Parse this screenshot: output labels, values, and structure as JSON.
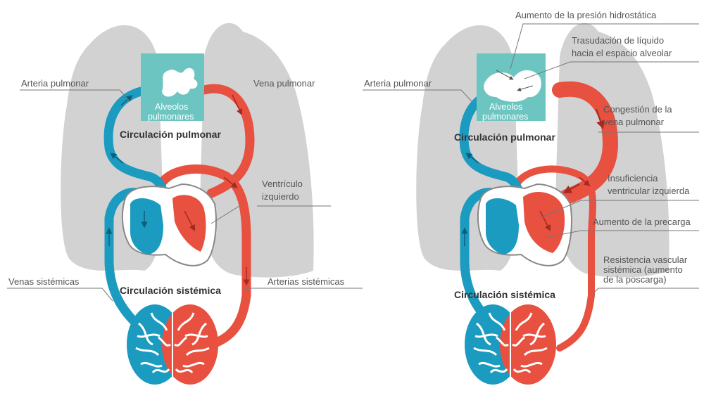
{
  "colors": {
    "artery_red": "#e8503f",
    "vein_blue": "#1b9bc0",
    "lung_gray": "#d2d2d3",
    "alveoli_teal": "#6cc5c1",
    "heart_outline": "#888888",
    "label_text": "#555555"
  },
  "left_diagram": {
    "labels": {
      "arteria_pulmonar": "Arteria pulmonar",
      "vena_pulmonar": "Vena pulmonar",
      "alveolos_line1": "Alveolos",
      "alveolos_line2": "pulmonares",
      "circ_pulmonar": "Circulación pulmonar",
      "ventriculo_line1": "Ventrículo",
      "ventriculo_line2": "izquierdo",
      "venas_sistemicas": "Venas sistémicas",
      "circ_sistemica": "Circulación sistémica",
      "arterias_sistemicas": "Arterias sistémicas"
    }
  },
  "right_diagram": {
    "labels": {
      "arteria_pulmonar": "Arteria pulmonar",
      "alveolos_line1": "Alveolos",
      "alveolos_line2": "pulmonares",
      "circ_pulmonar": "Circulación pulmonar",
      "circ_sistemica": "Circulación sistémica",
      "presion_hidrostatica": "Aumento de la presión hidrostática",
      "trasudacion_line1": "Trasudación de líquido",
      "trasudacion_line2": "hacia el espacio alveolar",
      "congestion_line1": "Congestión de la",
      "congestion_line2": "vena pulmonar",
      "insuficiencia_line1": "Insuficiencia",
      "insuficiencia_line2": "ventricular izquierda",
      "precarga": "Aumento de la precarga",
      "resistencia_line1": "Resistencia vascular",
      "resistencia_line2": "sistémica (aumento",
      "resistencia_line3": "de la poscarga)"
    }
  }
}
